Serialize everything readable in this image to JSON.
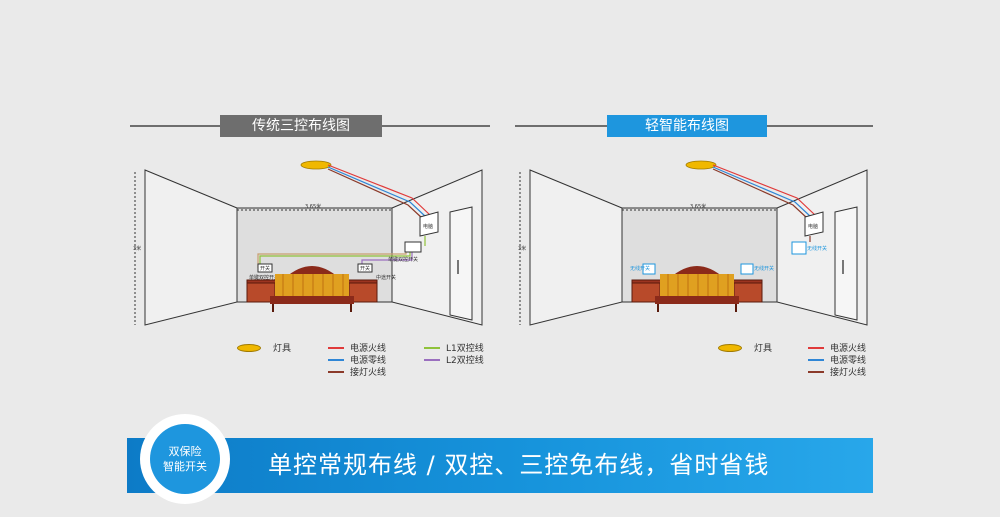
{
  "left_panel": {
    "title": "传统三控布线图",
    "dimension_width": "3.65米",
    "dimension_height": "3米",
    "monitor_label": "电脑",
    "switch_labels": [
      "开关",
      "单键双控开关",
      "开关",
      "中途开关",
      "单键双控开关"
    ]
  },
  "right_panel": {
    "title": "轻智能布线图",
    "dimension_width": "3.65米",
    "dimension_height": "3米",
    "monitor_label": "电脑",
    "switch_labels": [
      "无线开关",
      "无线开关",
      "无线开关"
    ]
  },
  "legend_left": {
    "lamp": "灯具",
    "items": [
      {
        "label": "电源火线",
        "color": "#e03a3a"
      },
      {
        "label": "电源零线",
        "color": "#2f86d6"
      },
      {
        "label": "接灯火线",
        "color": "#8b3a2a"
      },
      {
        "label": "L1双控线",
        "color": "#8fc23a"
      },
      {
        "label": "L2双控线",
        "color": "#9a6fbf"
      }
    ]
  },
  "legend_right": {
    "lamp": "灯具",
    "items": [
      {
        "label": "电源火线",
        "color": "#e03a3a"
      },
      {
        "label": "电源零线",
        "color": "#2f86d6"
      },
      {
        "label": "接灯火线",
        "color": "#8b3a2a"
      }
    ]
  },
  "banner": {
    "badge_line1": "双保险",
    "badge_line2": "智能开关",
    "text": "单控常规布线 / 双控、三控免布线，省时省钱"
  },
  "colors": {
    "left_title_bg": "#6e6e6e",
    "right_title_bg": "#1e96de",
    "lamp": "#f0b800",
    "bed_frame": "#8b2a1a",
    "bed_cover": "#e0a020"
  }
}
